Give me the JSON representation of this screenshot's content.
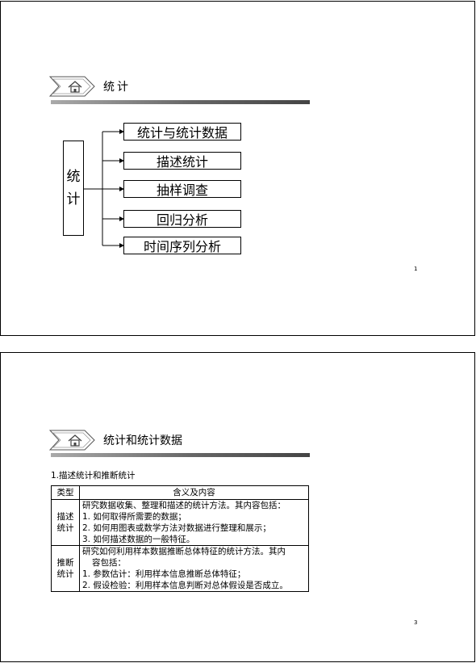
{
  "slide1": {
    "title": "统计",
    "root": [
      "统",
      "计"
    ],
    "children": [
      "统计与统计数据",
      "描述统计",
      "抽样调查",
      "回归分析",
      "时间序列分析"
    ],
    "page_number": "1"
  },
  "slide2": {
    "title": "统计和统计数据",
    "section": "1.描述统计和推断统计",
    "table": {
      "headers": [
        "类型",
        "含义及内容"
      ],
      "rows": [
        {
          "type": [
            "描述",
            "统计"
          ],
          "lines": [
            "研究数据收集、整理和描述的统计方法。其内容包括：",
            "1. 如何取得所需要的数据；",
            "2. 如何用图表或数学方法对数据进行整理和展示；",
            "3. 如何描述数据的一般特征。"
          ]
        },
        {
          "type": [
            "推断",
            "统计"
          ],
          "lines": [
            "研究如何利用样本数据推断总体特征的统计方法。其内",
            "容包括：",
            "1. 参数估计：利用样本信息推断总体特征；",
            "2. 假设检验：利用样本信息判断对总体假设是否成立。"
          ]
        }
      ]
    },
    "page_number": "3"
  },
  "colors": {
    "rule_dark": "#444444",
    "rule_light": "#aaaaaa",
    "badge_gray": "#555555"
  }
}
